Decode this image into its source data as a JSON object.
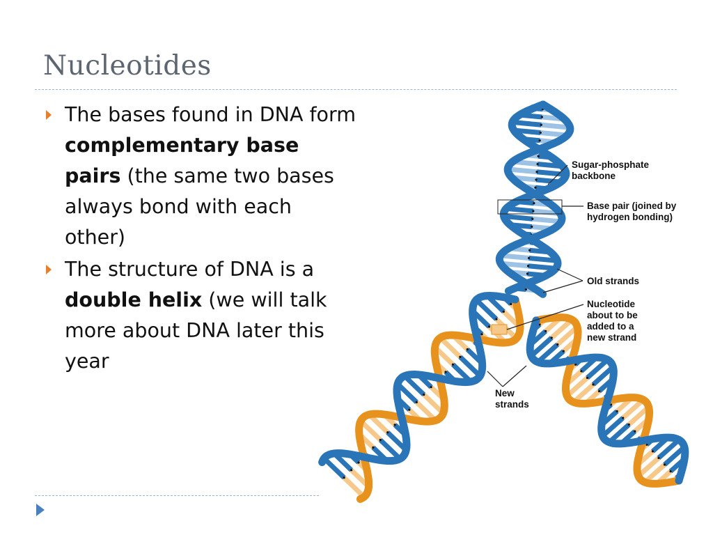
{
  "slide": {
    "title": "Nucleotides",
    "bullets": [
      {
        "parts": [
          {
            "text": "The bases found in DNA form ",
            "bold": false
          },
          {
            "text": "complementary base pairs",
            "bold": true
          },
          {
            "text": " (the same two bases always bond with each other)",
            "bold": false
          }
        ]
      },
      {
        "parts": [
          {
            "text": "The structure of DNA is a ",
            "bold": false
          },
          {
            "text": "double helix",
            "bold": true
          },
          {
            "text": " (we will talk more about DNA later this year",
            "bold": false
          }
        ]
      }
    ]
  },
  "diagram": {
    "labels": {
      "backbone": "Sugar-phosphate backbone",
      "base_pair": "Base pair (joined by hydrogen bonding)",
      "old_strands": "Old strands",
      "nucleotide": "Nucleotide about to be added to a new strand",
      "new_strands": "New strands"
    },
    "colors": {
      "old_strand": "#2a74b8",
      "old_strand_light": "#9cc3e6",
      "new_strand": "#e8921e",
      "new_strand_light": "#f6c98a"
    }
  },
  "colors": {
    "bullet": "#e8802a",
    "title": "#5d6670",
    "rule": "#9fb3cc",
    "nav": "#4a7fc0"
  }
}
